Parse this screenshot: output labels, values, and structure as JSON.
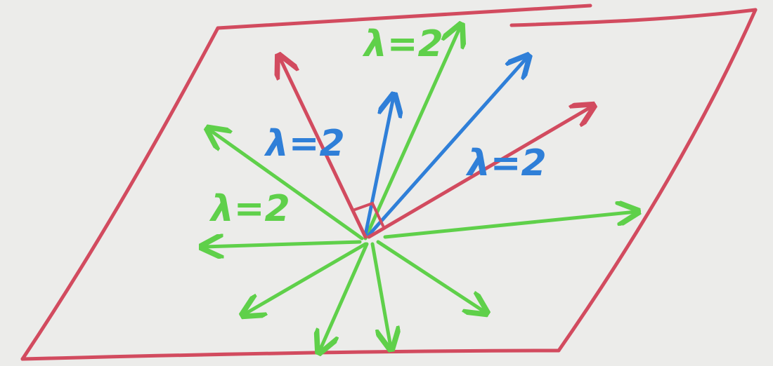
{
  "diagram": {
    "colors": {
      "background": "#ececea",
      "plane": "#d24b5f",
      "green": "#5fd04a",
      "blue": "#2f7fd8",
      "red": "#d24b5f"
    },
    "labels": {
      "green_top": "λ=2",
      "green_left": "λ=2",
      "blue_left": "λ=2",
      "blue_right": "λ=2"
    }
  }
}
